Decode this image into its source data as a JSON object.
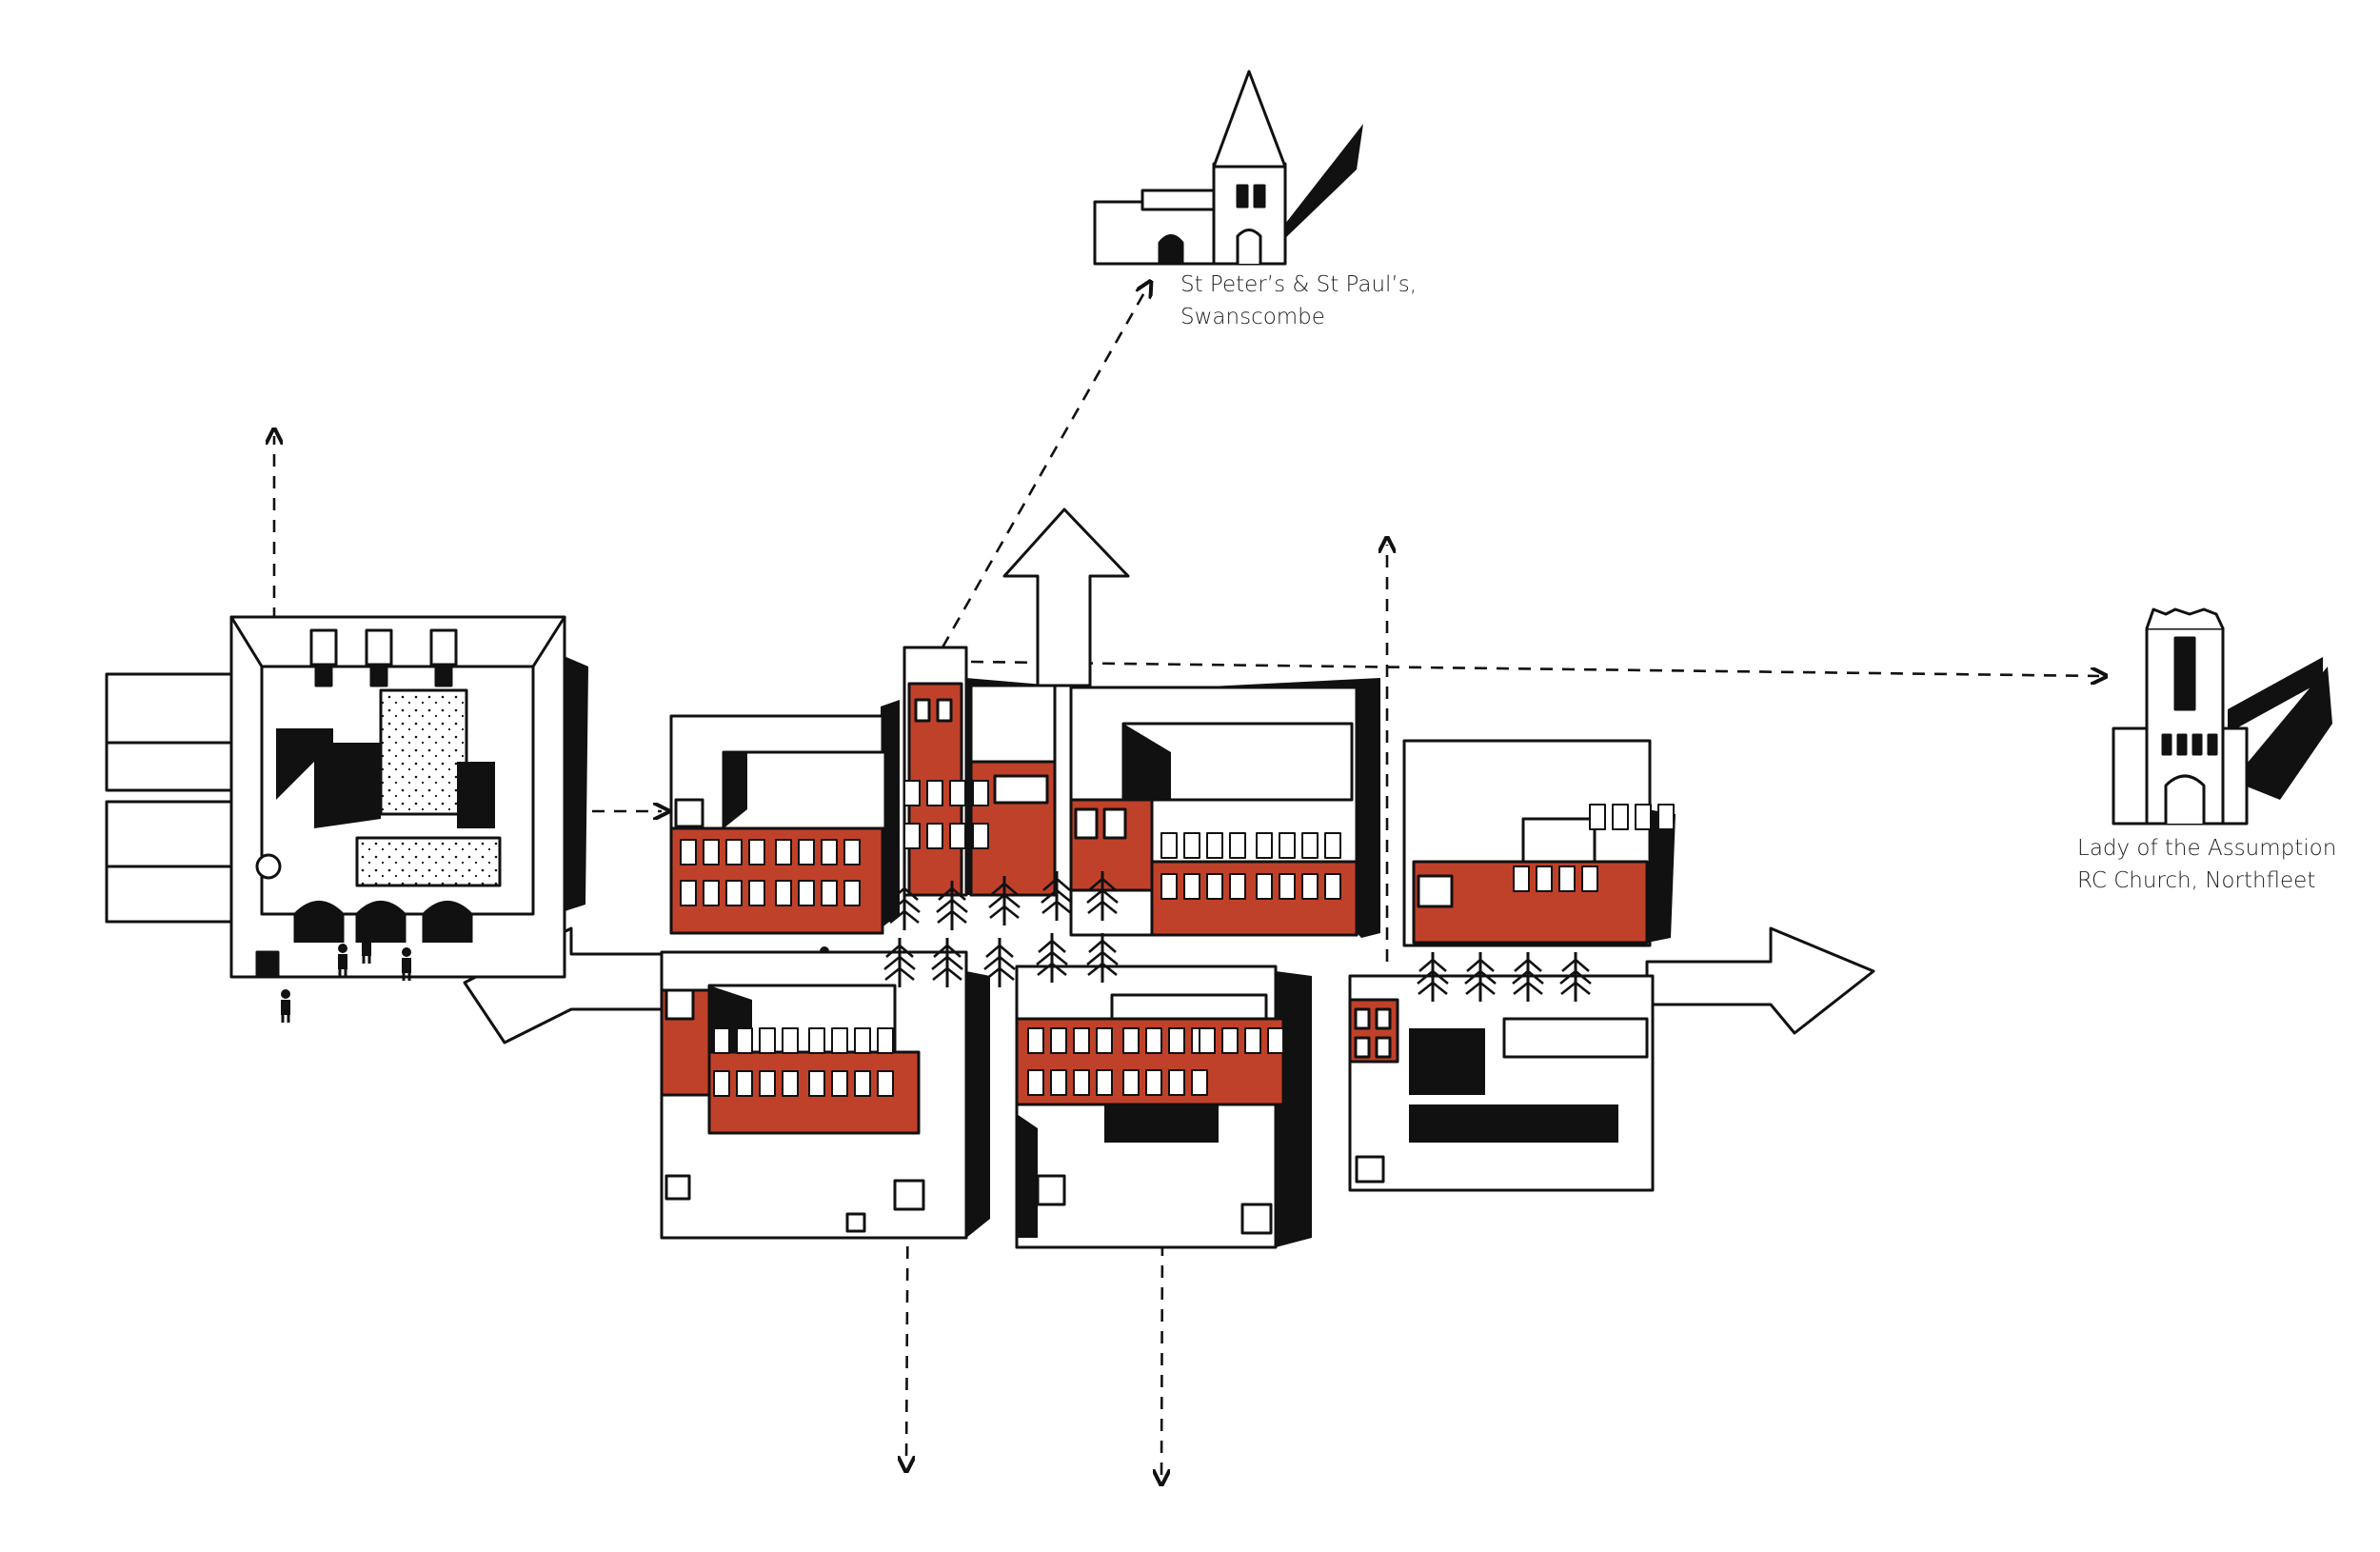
{
  "labels": {
    "st_peters": {
      "line1": "St Peter’s & St Paul’s,",
      "line2": "Swanscombe"
    },
    "lady_assumption": {
      "line1": "Lady of the Assumption",
      "line2": "RC Church, Northfleet"
    }
  },
  "colors": {
    "ink": "#111111",
    "accent": "#c0412a",
    "paper": "#ffffff"
  },
  "icons": {
    "church_spire": "church-spire-icon",
    "church_tower": "church-tower-icon",
    "figure": "person-figure-icon",
    "tree": "tree-icon"
  }
}
